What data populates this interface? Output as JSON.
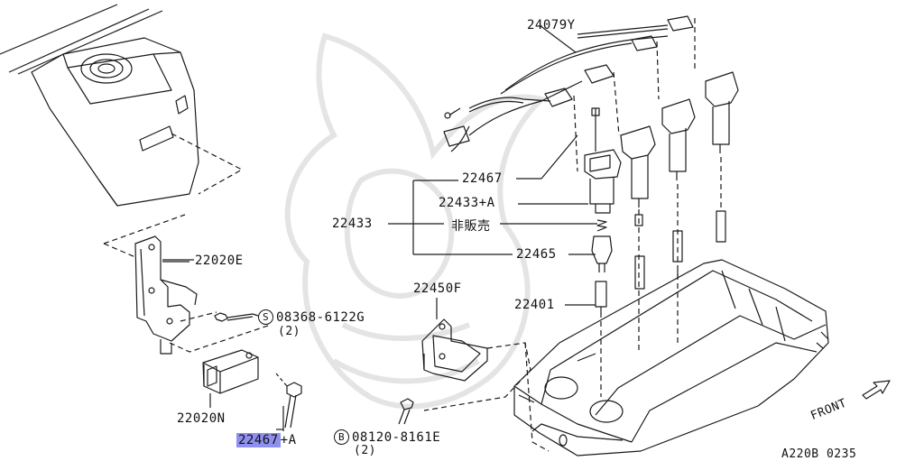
{
  "labels": {
    "harness": "24079Y",
    "coil_upper": "22467",
    "coil_kit": "22433+A",
    "coil_assembly": "22433",
    "not_for_sale": "非販売",
    "spring": "22465",
    "plug": "22401",
    "bracket_upper": "22020E",
    "bracket_right": "22450F",
    "sensor": "22020N",
    "bolt_part": "22467",
    "bolt_suffix": "+A",
    "screw_symbol": "S",
    "screw_part": "08368-6122G",
    "screw_qty": "(2)",
    "bolt_symbol": "B",
    "bolt2_part": "08120-8161E",
    "bolt2_qty": "(2)",
    "front": "FRONT",
    "figure_code": "A220B 0235"
  },
  "colors": {
    "line": "#1a1a1a",
    "highlight": "#8f8ff0",
    "watermark": "#dcdcdc"
  }
}
